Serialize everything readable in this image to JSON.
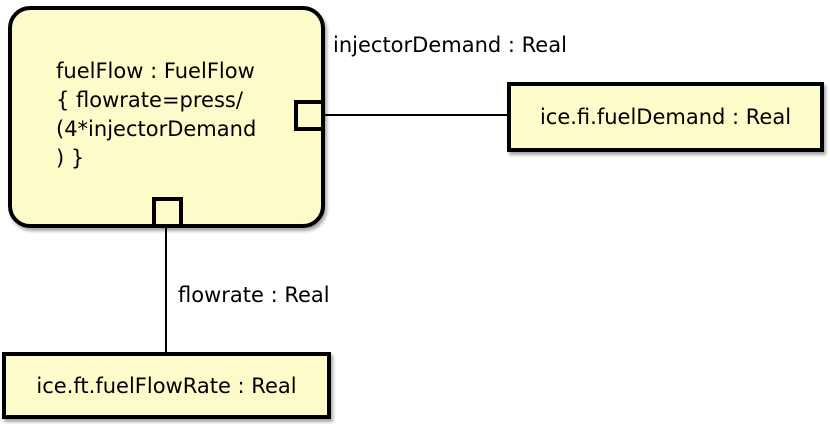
{
  "diagram": {
    "type": "sysml-parametric-diagram",
    "colors": {
      "background": "#ffffff",
      "node_fill": "#fcfbc9",
      "node_border": "#000000",
      "connector": "#000000",
      "text": "#000000"
    },
    "constraint_block": {
      "text_lines": {
        "0": "fuelFlow : FuelFlow",
        "1": "{ flowrate=press/",
        "2": "(4*injectorDemand",
        "3": ") }"
      }
    },
    "connector_labels": {
      "injector_demand": "injectorDemand : Real",
      "flowrate": "flowrate : Real"
    },
    "bound_nodes": {
      "fuel_demand": "ice.fi.fuelDemand : Real",
      "fuel_flow_rate": "ice.ft.fuelFlowRate : Real"
    }
  }
}
